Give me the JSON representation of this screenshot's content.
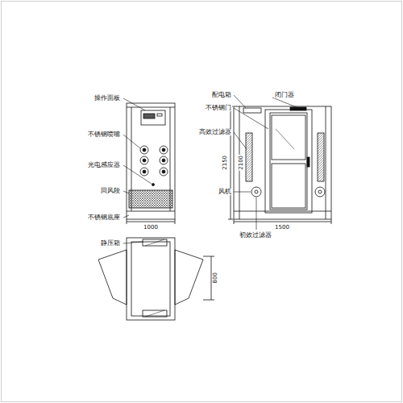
{
  "diagram": {
    "labels": [
      "操作面板",
      "不锈钢喷嘴",
      "光电感应器",
      "回风段",
      "不锈钢底座",
      "1000",
      "配电箱",
      "闭门器",
      "不锈钢门",
      "高效过滤器",
      "风机",
      "2150",
      "2100",
      "1500",
      "初效过滤器",
      "静压箱",
      "800"
    ]
  }
}
